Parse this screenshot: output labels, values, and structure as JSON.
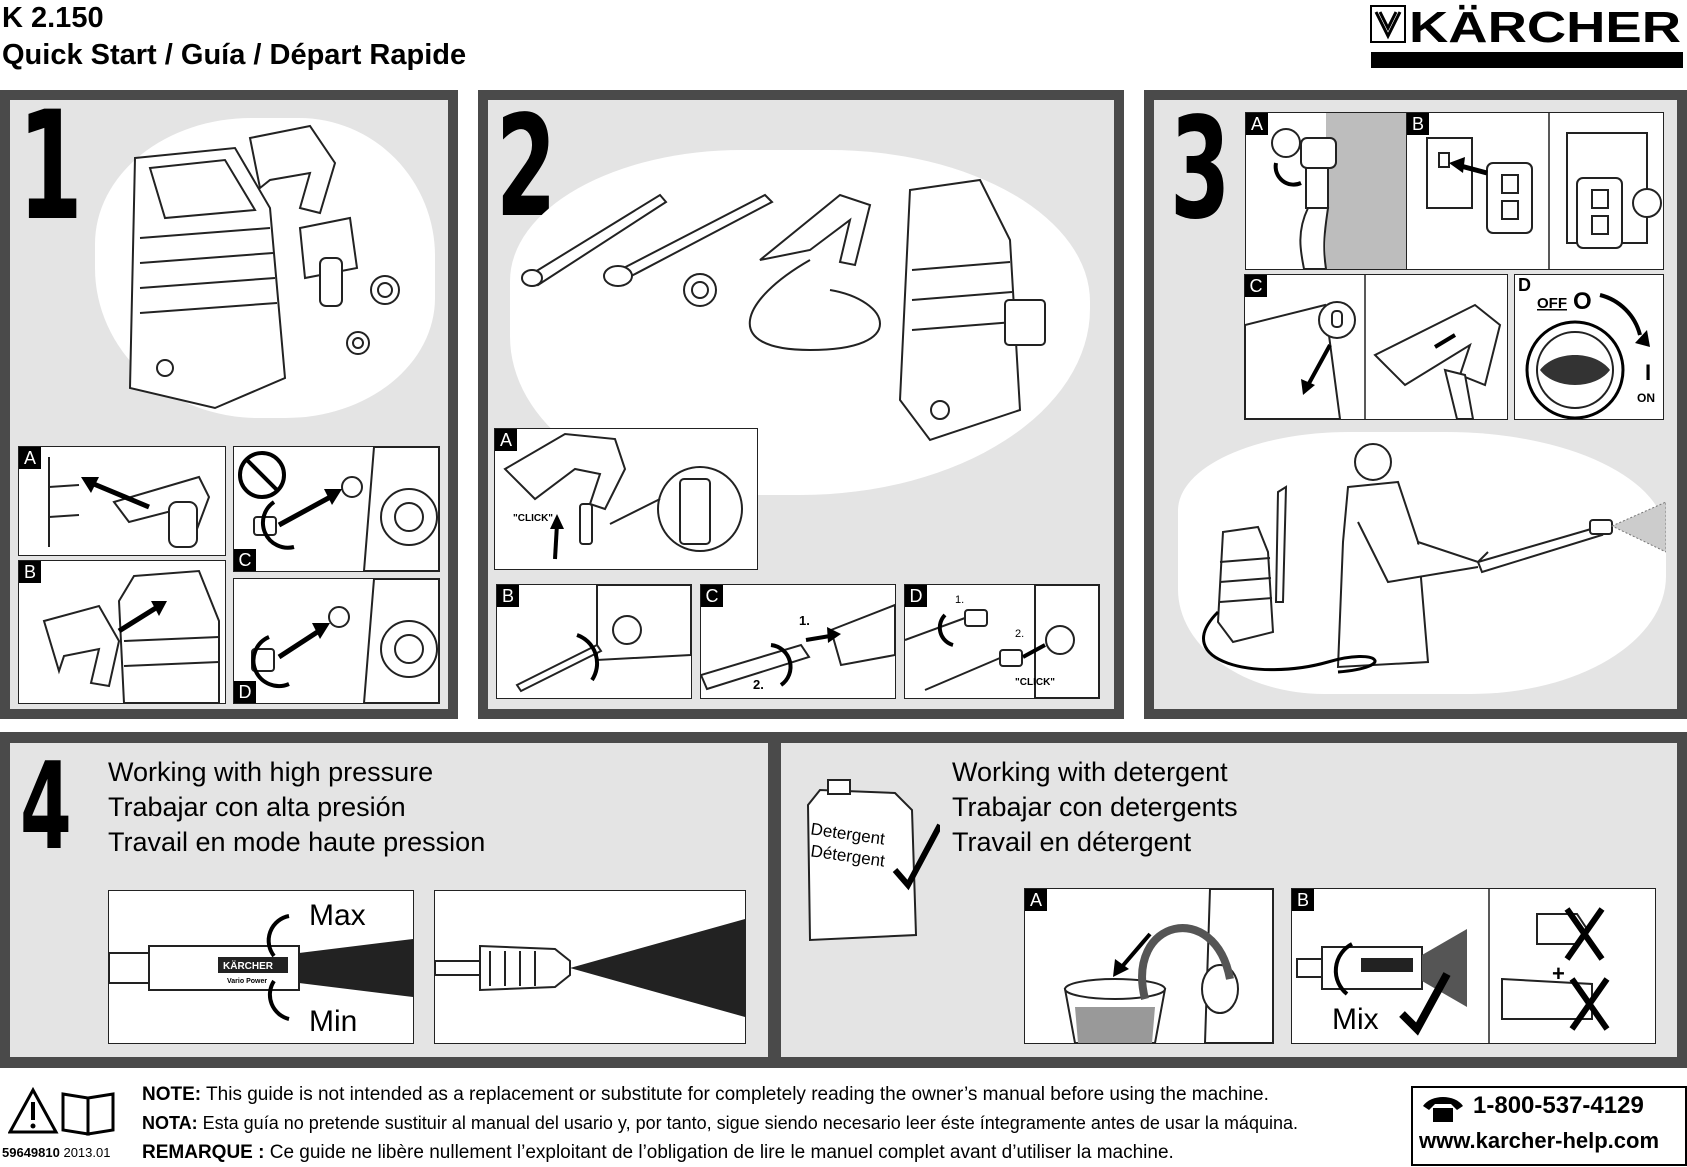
{
  "header": {
    "model": "K 2.150",
    "subtitle": "Quick Start / Guía / Départ Rapide",
    "brand": "KÄRCHER"
  },
  "steps": {
    "step1": {
      "number": "1",
      "labels": [
        "A",
        "B",
        "C",
        "D"
      ]
    },
    "step2": {
      "number": "2",
      "labels": [
        "A",
        "B",
        "C",
        "D"
      ],
      "callouts": {
        "click_a": "\"CLICK\"",
        "click_d": "\"CLICK\"",
        "c_first": "1.",
        "c_second": "2.",
        "d_first": "1.",
        "d_second": "2."
      }
    },
    "step3": {
      "number": "3",
      "labels": [
        "A",
        "B",
        "C",
        "D"
      ],
      "switch": {
        "off": "OFF",
        "o": "O",
        "i": "I",
        "on": "ON"
      }
    },
    "step4": {
      "number": "4",
      "high_pressure": [
        "Working with high pressure",
        "Trabajar con alta presión",
        "Travail en mode haute pression"
      ],
      "max_label": "Max",
      "min_label": "Min",
      "detergent": [
        "Working with detergent",
        "Trabajar con detergents",
        "Travail en détergent"
      ],
      "jug_text": [
        "Detergent",
        "Détergent"
      ],
      "labels": [
        "A",
        "B"
      ],
      "mix_label": "Mix",
      "wand_brand": "KÄRCHER",
      "wand_sub": "Vario Power"
    }
  },
  "footer": {
    "note_label": "NOTE:",
    "note_text": " This guide is not intended as a replacement or substitute for completely reading the owner’s manual before using the machine.",
    "nota_label": "NOTA:",
    "nota_text": " Esta guía no pretende sustituir al manual del usario y, por tanto, sigue siendo necesario leer éste íntegramente antes de usar la máquina.",
    "remarque_label": "REMARQUE :",
    "remarque_text": " Ce guide ne libère nullement l’exploitant de l’obligation de lire le manuel complet avant d’utiliser la machine.",
    "doc_number": "59649810",
    "doc_date": "2013.01",
    "phone": "1-800-537-4129",
    "website": "www.karcher-help.com"
  },
  "colors": {
    "panel": "#4a4a4a",
    "panel_inner": "#e4e4e4",
    "text": "#000000",
    "background": "#ffffff"
  },
  "icons": [
    "karcher-logo-icon",
    "warning-icon",
    "manual-book-icon",
    "telephone-icon",
    "check-icon",
    "cross-icon",
    "rotate-arrow-icon"
  ]
}
